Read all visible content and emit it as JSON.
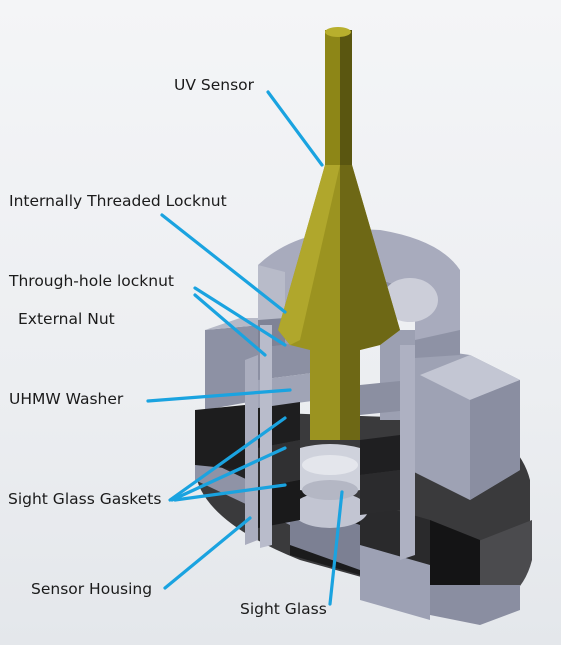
{
  "labels": {
    "uv_sensor": "UV Sensor",
    "internally_threaded_locknut": "Internally Threaded Locknut",
    "through_hole_locknut": "Through-hole locknut",
    "external_nut": "External Nut",
    "uhmw_washer": "UHMW Washer",
    "sight_glass_gaskets": "Sight Glass Gaskets",
    "sensor_housing": "Sensor Housing",
    "sight_glass": "Sight Glass"
  },
  "colors": {
    "leader_line": "#1aa3e0",
    "sensor_body": "#9b9320",
    "housing_gray": "#9a9db0",
    "gasket_black": "#1c1c1c"
  }
}
